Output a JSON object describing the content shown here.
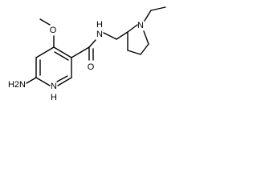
{
  "structure": {
    "atoms": {
      "n_pyridine": "N",
      "h_pyridine": "H",
      "amine": "H2N",
      "ether_oxygen": "O",
      "amide_oxygen": "O",
      "amide_nh": "N",
      "amide_h": "H",
      "pyrrolidine_n": "N"
    }
  }
}
